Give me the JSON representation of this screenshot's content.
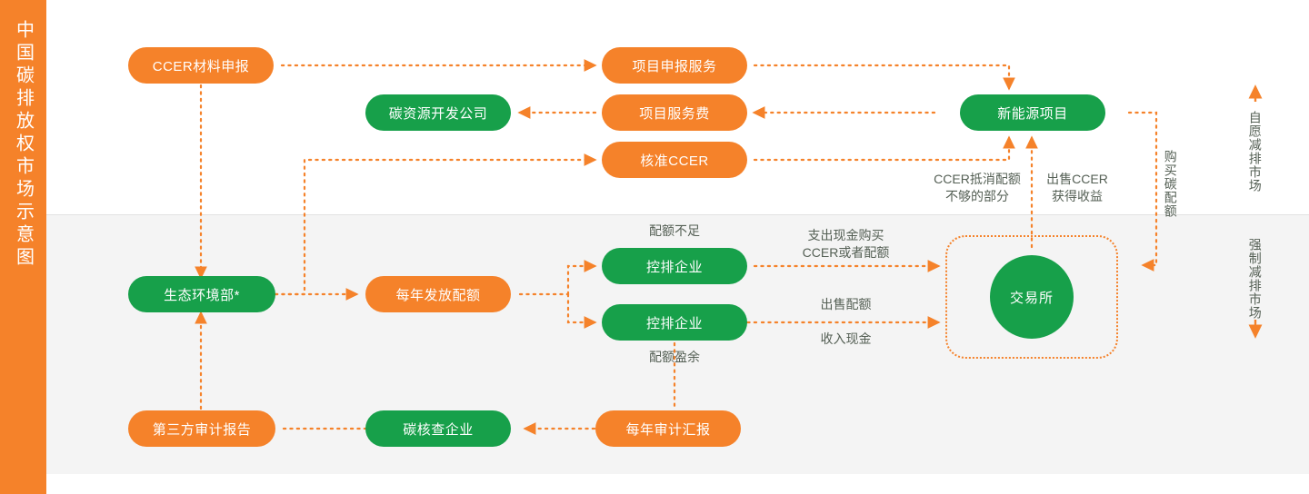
{
  "sidebar": {
    "title": "中国碳排放权市场示意图"
  },
  "colors": {
    "orange": "#F5822A",
    "green": "#17A04A",
    "band": "#f4f4f4",
    "text": "#556055",
    "white": "#ffffff"
  },
  "nodes": {
    "ccer_material": "CCER材料申报",
    "project_declaration_service": "项目申报服务",
    "carbon_resource_company": "碳资源开发公司",
    "project_service_fee": "项目服务费",
    "approve_ccer": "核准CCER",
    "new_energy_project": "新能源项目",
    "ministry_eco": "生态环境部*",
    "annual_quota": "每年发放配额",
    "controlled_enterprise_1": "控排企业",
    "controlled_enterprise_2": "控排企业",
    "exchange": "交易所",
    "third_party_audit_report": "第三方审计报告",
    "carbon_verification_company": "碳核查企业",
    "annual_audit_report": "每年审计汇报"
  },
  "annotations": {
    "ccer_offset": "CCER抵消配额\n不够的部分",
    "sell_ccer": "出售CCER\n获得收益",
    "buy_carbon_quota": "购买碳配额",
    "quota_shortage": "配额不足",
    "quota_surplus": "配额盈余",
    "pay_cash_buy": "支出现金购买\nCCER或者配额",
    "sell_quota": "出售配额",
    "receive_cash": "收入现金"
  },
  "markets": {
    "voluntary": "自愿减排市场",
    "mandatory": "强制减排市场",
    "voluntary_arrow": "up-arrow-icon",
    "mandatory_arrow": "down-arrow-icon"
  }
}
